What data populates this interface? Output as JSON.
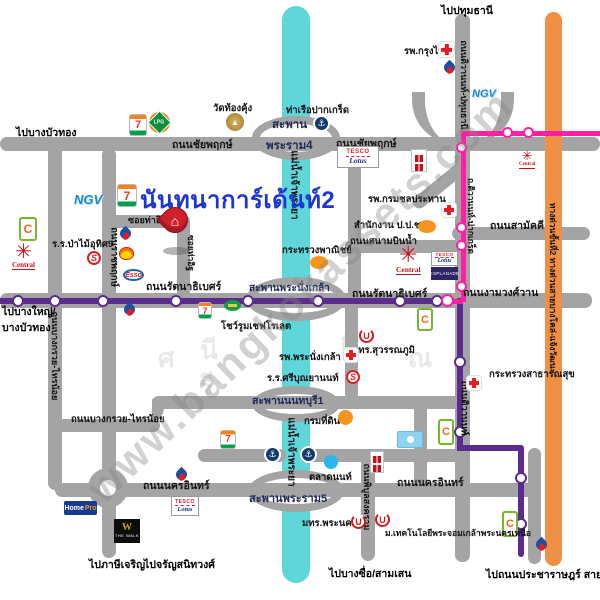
{
  "title": {
    "text": "นันทนาการ์เด้นท์2"
  },
  "watermark": {
    "text": "www.bangkokassets.com",
    "ghost": [
      "ศ",
      "นี",
      "ก",
      "ณ",
      "รี"
    ]
  },
  "river": {
    "name": "แม่น้ำเจ้าพระยา"
  },
  "expressway": {
    "name": "ทางด่วนขั้นที่2 ทางด่วนสายบางโคล่-แจ้งวัฒนะ"
  },
  "colors": {
    "river": "#5fd6da",
    "expressway": "#f09044",
    "mrt_purple": "#5b2b8d",
    "mrt_pink": "#ff1fa4",
    "road": "#a4a4a4",
    "title_blue": "#1c36d6"
  },
  "roads": {
    "chaiyaphruek": "ถนนชัยพฤกษ์",
    "rattanathibet": "ถนนรัตนาธิเบศร์",
    "ngamwongwan": "ถนนงามวงศ์วาน",
    "samakkhi": "ถนนสามัคคี",
    "sanambinnam": "ถนนสนามบินน้ำ",
    "nakhonin": "ถนนนครอินทร์",
    "bangkruai_sainoi": "ถนนบางกรวย-ไทรน้อย",
    "ratchaphruek": "ถนนราชพฤกษ์",
    "tiwanon_pathum": "ถนนติวานนท์-ปทุมธานี",
    "tiwanon": "ถนนติวานนท์",
    "tiwanon_pakkret": "ถ.ติวานนท์-ปากเกร็ด",
    "phibunsongkhram": "ถนนพิบูลสงคราม",
    "soi_tha_it": "ซอยท่าอิฐ"
  },
  "bridges": {
    "rama4_line1": "สะพาน",
    "rama4_line2": "พระราม4",
    "phra_nangklao": "สะพานพระนั่งเกล้า",
    "nonthaburi1": "สะพานนนทบุรี1",
    "rama5": "สะพานพระราม5"
  },
  "directions": {
    "bang_bua_thong": "ไปบางบัวทอง",
    "pathum_thani": "ไปปทุมธานี",
    "bang_yai_line1": "ไปบางใหญ่/",
    "bang_yai_line2": "บางบัวทอง",
    "phasi_charoen": "ไปภาษีเจริญ",
    "charansanitwong": "ไปจรัญสนิทวงศ์",
    "bang_sue": "ไปบางซื่อ/สามเสน",
    "pracharat": "ไปถนนประชาราษฎร์ สาย2"
  },
  "places": {
    "wat_thong_khung": "วัดท้องคุ้ง",
    "pak_kret_pier": "ท่าเรือปากเกร็ด",
    "krungthai_hospital": "รพ.กรุงไทย",
    "irrigation_hospital": "รพ.กรมชลประทาน",
    "nacc_office": "สำนักงาน ป.ป.ช.",
    "commerce_ministry": "กระทรวงพาณิชย์",
    "pamai_uthit9_school": "ร.ร.ป่าไม้อุทิศ9",
    "chevrolet_showroom": "โชว์รูมเชฟโรเลต",
    "phra_nangklao_hospital": "รพ.พระนั่งเกล้า",
    "sri_boonyanon_school": "ร.ร.ศรีบุณยานนท์",
    "rmut_suvarnabhumi": "มทร.สุวรรณภูมิ",
    "health_ministry": "กระทรวงสาธารณสุข",
    "land_department": "กรมที่ดิน",
    "nont_market": "ตลาดนนท์",
    "rmut_phra_nakhon": "มทร.พระนคร",
    "kmutnb": "ม.เทคโนโลยีพระจอมเกล้าพระนครเหนือ"
  },
  "logos": {
    "seven": "7",
    "lpg": "LPG",
    "ngv": "NGV",
    "tesco": "TESCO",
    "lotus": "Lotus",
    "central_icon": "✳",
    "central": "Central",
    "bigc": "C",
    "esplanade": "ESPLANADE",
    "homepro_home": "Home",
    "homepro_pro": "Pro",
    "thewalk_w": "W",
    "thewalk": "THE WALK",
    "esso": "Esso",
    "u": "U",
    "s": "S"
  },
  "icons": {
    "house": "⌂",
    "anchor": "⚓",
    "temple": "▲"
  }
}
